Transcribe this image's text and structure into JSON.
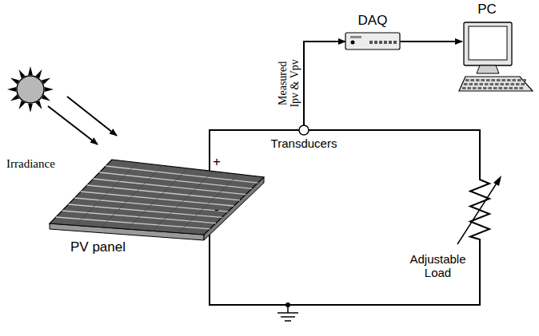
{
  "diagram": {
    "nodes": [
      {
        "text": [
          "PV panel"
        ]
      },
      {
        "text": [
          "Transducers"
        ]
      },
      {
        "text": [
          "Adjustable Load"
        ]
      },
      {
        "text": [
          "DAQ"
        ]
      },
      {
        "text": [
          "PC"
        ]
      }
    ],
    "edges": [
      {
        "from": 0,
        "to": 1,
        "arrow": "none"
      },
      {
        "from": 1,
        "to": 2,
        "arrow": "none"
      },
      {
        "from": 2,
        "to": 0,
        "arrow": "none"
      },
      {
        "from": 1,
        "to": 3,
        "arrow": "to",
        "label": "Measured Ipv & Vpv"
      },
      {
        "from": 3,
        "to": 4,
        "arrow": "to"
      }
    ],
    "labels": [
      "Irradiance",
      "+",
      "-"
    ]
  }
}
